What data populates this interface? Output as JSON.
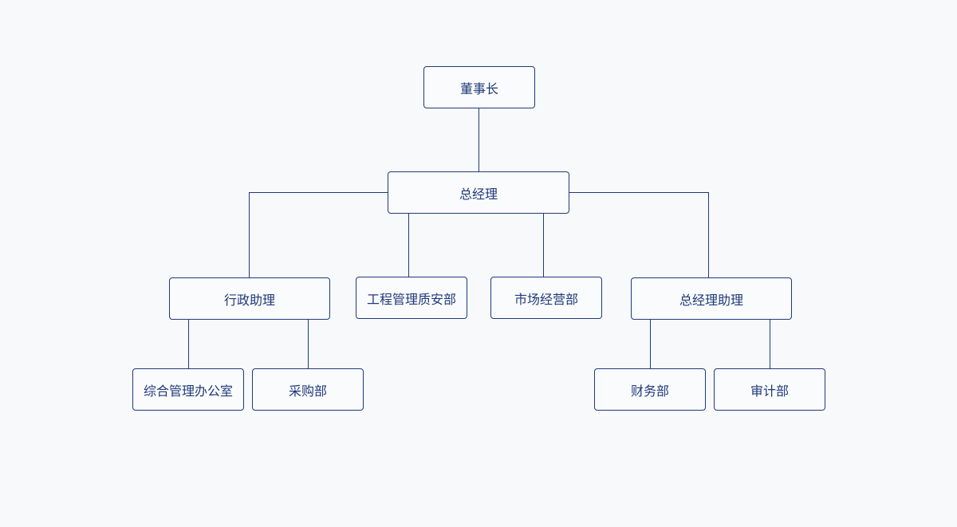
{
  "org": {
    "chairman": "董事长",
    "general_manager": "总经理",
    "admin_assistant": "行政助理",
    "engineering_qa": "工程管理质安部",
    "marketing": "市场经营部",
    "gm_assistant": "总经理助理",
    "general_office": "综合管理办公室",
    "procurement": "采购部",
    "finance": "财务部",
    "audit": "审计部"
  },
  "colors": {
    "line": "#1f3a7a",
    "text": "#1f3a7a",
    "background": "#f8f9fa"
  }
}
